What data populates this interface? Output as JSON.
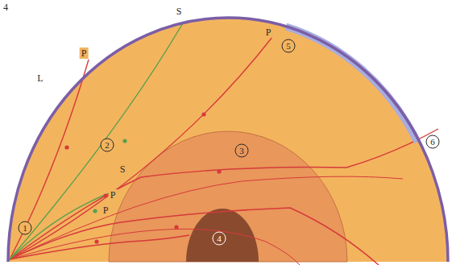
{
  "diagram": {
    "labels": [
      "4",
      "L",
      "P",
      "S",
      "P",
      "5",
      "2",
      "3",
      "S",
      "P",
      "P",
      "6",
      "1",
      "4"
    ]
  }
}
